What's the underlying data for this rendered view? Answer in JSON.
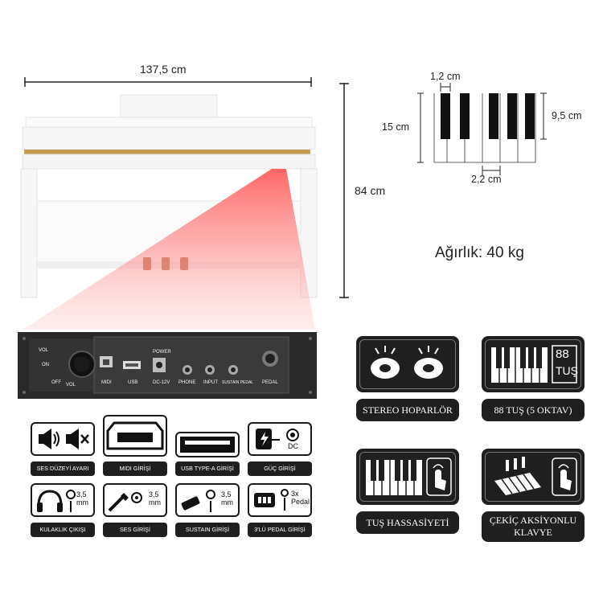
{
  "dimensions": {
    "width": "137,5 cm",
    "height": "84 cm",
    "white_key_width": "1,2 cm",
    "black_key_length": "9,5 cm",
    "key_length": "15 cm",
    "key_pitch": "2,2 cm",
    "weight": "Ağırlık: 40 kg"
  },
  "panel": {
    "vol_top": "VOL",
    "vol_on": "ON",
    "vol_off": "OFF",
    "vol_bottom": "VOL",
    "midi": "MIDI",
    "usb": "USB",
    "power": "POWER",
    "dc": "DC-12V",
    "phone": "PHONE",
    "input": "INPUT",
    "sustain": "SUSTAIN PEDAL",
    "pedal": "PEDAL"
  },
  "icons": [
    {
      "caption": "SES DÜZEYİ AYARI"
    },
    {
      "caption": "MIDI GİRİŞİ"
    },
    {
      "caption": "USB TYPE-A GİRİŞİ"
    },
    {
      "caption": "GÜÇ GİRİŞİ",
      "label": "DC"
    },
    {
      "caption": "KULAKLIK ÇIKIŞI",
      "label": "3,5\nmm"
    },
    {
      "caption": "SES GİRİŞİ",
      "label": "3,5\nmm"
    },
    {
      "caption": "SUSTAIN GİRİŞİ",
      "label": "3,5\nmm"
    },
    {
      "caption": "3'LÜ PEDAL GİRİŞİ",
      "label": "3x\nPedal"
    }
  ],
  "features": [
    {
      "caption": "STEREO HOPARLÖR"
    },
    {
      "caption": "88 TUŞ (5 OKTAV)",
      "badge_top": "88",
      "badge_bottom": "TUŞ"
    },
    {
      "caption": "TUŞ HASSASİYETİ"
    },
    {
      "caption": "ÇEKİÇ AKSİYONLU\nKLAVYE"
    }
  ]
}
